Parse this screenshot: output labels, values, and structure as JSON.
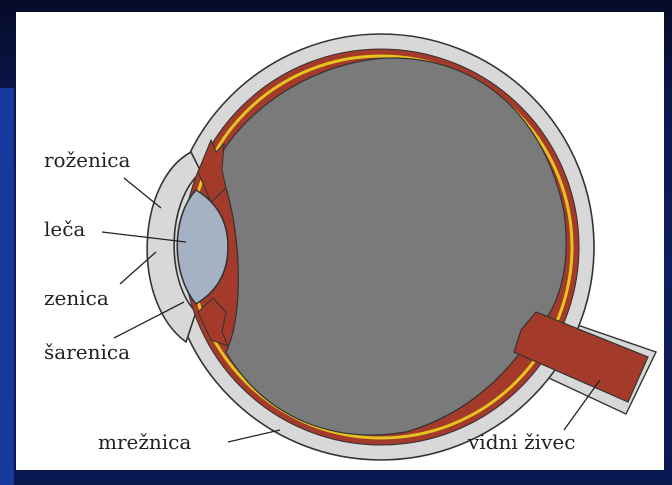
{
  "labels": {
    "cornea": "roženica",
    "lens": "leča",
    "pupil": "zenica",
    "iris": "šarenica",
    "retina": "mrežnica",
    "optic_nerve": "vidni živec"
  },
  "colors": {
    "sclera": "#d8d8d8",
    "interior": "#7a7a7a",
    "choroid": "#a33a2a",
    "retina_line": "#e6c420",
    "lens": "#a4b2c4",
    "background": "#0c1e5e"
  }
}
